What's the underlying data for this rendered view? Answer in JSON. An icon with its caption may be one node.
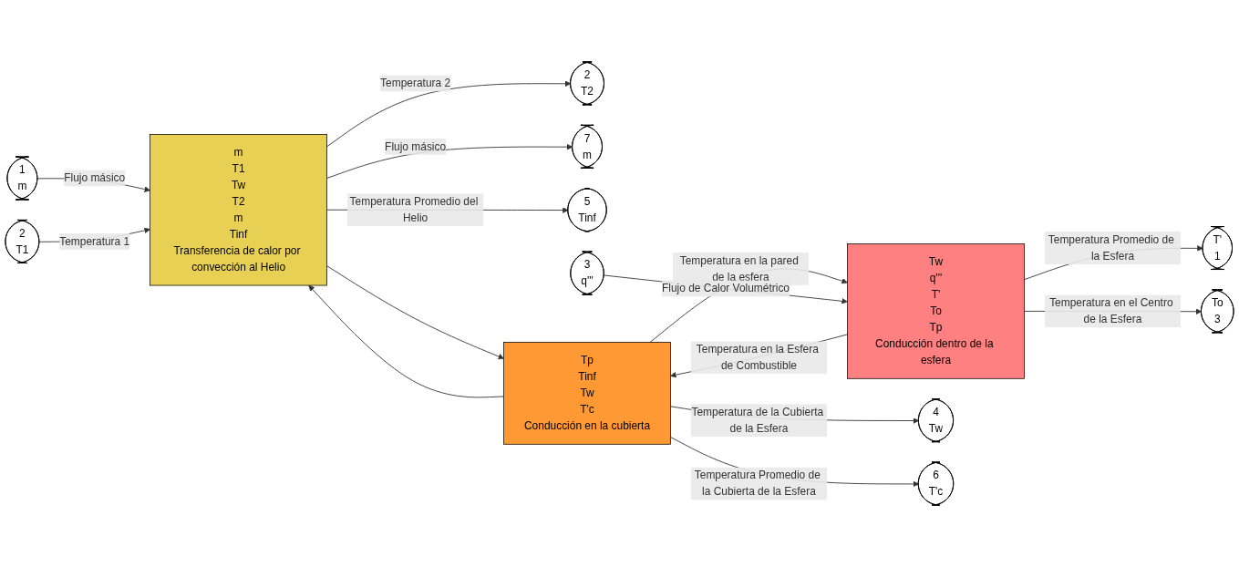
{
  "diagram": {
    "nodes": [
      {
        "text": [
          "1",
          "m"
        ]
      },
      {
        "text": [
          "2",
          "T1"
        ]
      },
      {
        "text": [
          "m",
          "T1",
          "Tw",
          "T2",
          "m",
          "Tinf",
          "Transferencia de calor por convección al Helio"
        ]
      },
      {
        "text": [
          "2",
          "T2"
        ]
      },
      {
        "text": [
          "7",
          "m"
        ]
      },
      {
        "text": [
          "5",
          "Tinf"
        ]
      },
      {
        "text": [
          "Tw",
          "q'''",
          "T'",
          "To",
          "Tp",
          "Conducción dentro de la esfera"
        ]
      },
      {
        "text": [
          "T'",
          "1"
        ]
      },
      {
        "text": [
          "To",
          "3"
        ]
      },
      {
        "text": [
          "3",
          "q'''"
        ]
      },
      {
        "text": [
          "Tp",
          "Tinf",
          "Tw",
          "T'c",
          "Conducción en la cubierta"
        ]
      },
      {
        "text": [
          "4",
          "Tw"
        ]
      },
      {
        "text": [
          "6",
          "T'c"
        ]
      }
    ],
    "edges": [
      {
        "from": 0,
        "to": 2,
        "arrow": "to",
        "label": "Flujo másico"
      },
      {
        "from": 1,
        "to": 2,
        "arrow": "to",
        "label": "Temperatura 1"
      },
      {
        "from": 2,
        "to": 3,
        "arrow": "to",
        "label": "Temperatura 2"
      },
      {
        "from": 2,
        "to": 4,
        "arrow": "to",
        "label": "Flujo másico"
      },
      {
        "from": 2,
        "to": 5,
        "arrow": "to",
        "label": "Temperatura Promedio del Helio"
      },
      {
        "from": 2,
        "to": 10,
        "arrow": "to"
      },
      {
        "from": 10,
        "to": 2,
        "arrow": "to"
      },
      {
        "from": 10,
        "to": 6,
        "arrow": "to",
        "label": "Temperatura en la pared de la esfera"
      },
      {
        "from": 6,
        "to": 7,
        "arrow": "to",
        "label": "Temperatura Promedio de la Esfera"
      },
      {
        "from": 6,
        "to": 8,
        "arrow": "to",
        "label": "Temperatura en el Centro de la Esfera"
      },
      {
        "from": 9,
        "to": 6,
        "arrow": "to",
        "label": "Flujo de Calor Volumétrico"
      },
      {
        "from": 6,
        "to": 10,
        "arrow": "to",
        "label": "Temperatura en la Esfera de Combustible"
      },
      {
        "from": 10,
        "to": 11,
        "arrow": "to",
        "label": "Temperatura de la Cubierta de la Esfera"
      },
      {
        "from": 10,
        "to": 12,
        "arrow": "to",
        "label": "Temperatura Promedio de la Cubierta de la Esfera"
      }
    ]
  }
}
